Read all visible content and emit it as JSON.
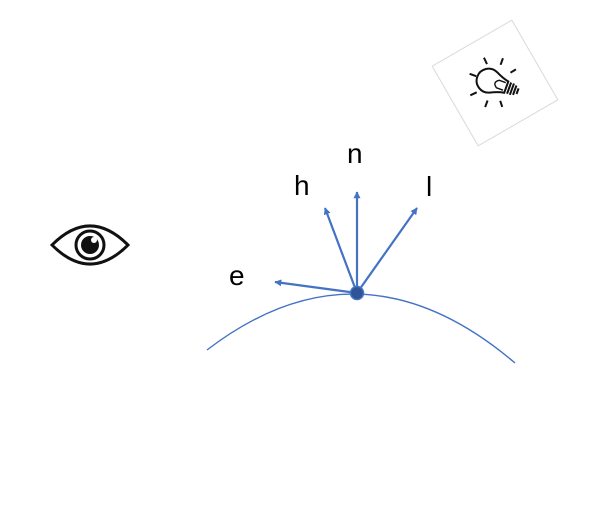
{
  "labels": {
    "n": "n",
    "h": "h",
    "l": "l",
    "e": "e"
  },
  "icons": {
    "viewer": "eye-icon",
    "light": "light-bulb-icon"
  },
  "colors": {
    "vector": "#4472C4",
    "surface": "#4472C4",
    "point_fill": "#2F5597",
    "icon": "#111111",
    "light_card_border": "#D9D9D9"
  }
}
